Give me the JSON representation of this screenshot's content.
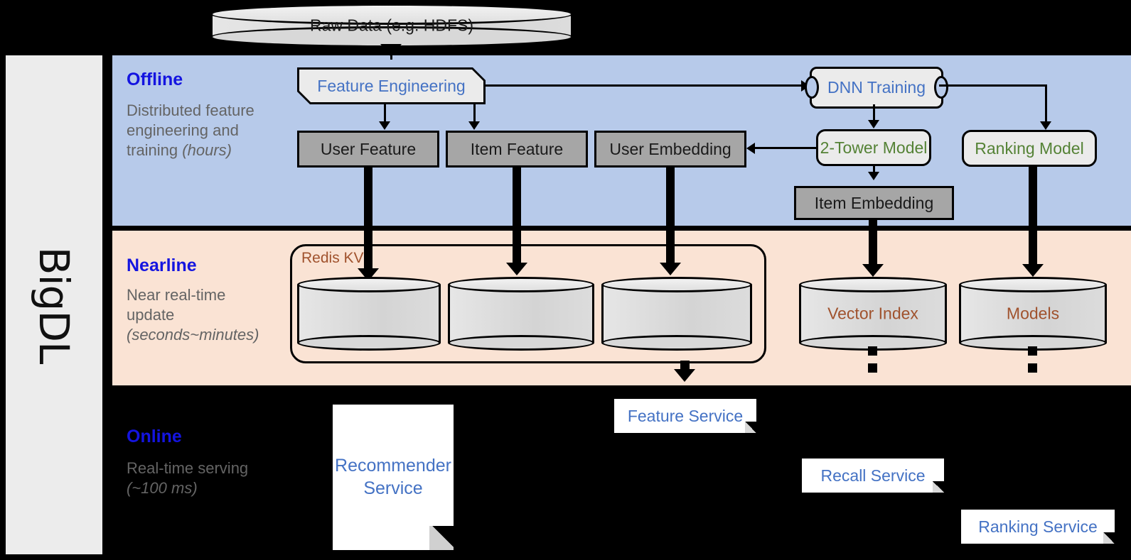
{
  "sidebar": {
    "label": "BigDL"
  },
  "source": {
    "label": "Raw Data (e.g. HDFS)"
  },
  "stages": {
    "offline": {
      "title": "Offline",
      "subtitle_main": "Distributed feature engineering and training ",
      "subtitle_italic": "(hours)"
    },
    "nearline": {
      "title": "Nearline",
      "subtitle_main": "Near real-time update ",
      "subtitle_italic": "(seconds~minutes)"
    },
    "online": {
      "title": "Online",
      "subtitle_main": "Real-time serving ",
      "subtitle_italic": "(~100 ms)"
    }
  },
  "offline_nodes": {
    "feature_engineering": "Feature Engineering",
    "dnn_training": "DNN Training",
    "user_feature": "User Feature",
    "item_feature": "Item Feature",
    "user_embedding": "User Embedding",
    "two_tower_model": "2-Tower Model",
    "ranking_model": "Ranking Model",
    "item_embedding": "Item Embedding"
  },
  "nearline_nodes": {
    "redis_container": "Redis KV",
    "kv_store_1": "",
    "kv_store_2": "",
    "kv_store_3": "",
    "vector_index": "Vector Index",
    "models": "Models"
  },
  "online_nodes": {
    "recommender_service": "Recommender Service",
    "feature_service": "Feature Service",
    "recall_service": "Recall Service",
    "ranking_service": "Ranking Service"
  },
  "colors": {
    "offline_band": "#b7caea",
    "nearline_band": "#fae3d4",
    "online_band": "#000000",
    "stage_title": "#1414e0",
    "stage_subtitle": "#646464",
    "blue_text": "#4472c4",
    "green_text": "#548235",
    "brown_text": "#a0522d",
    "grey_box": "#a6a6a6",
    "proc_box": "#ebebeb",
    "sidebar": "#ececec"
  }
}
